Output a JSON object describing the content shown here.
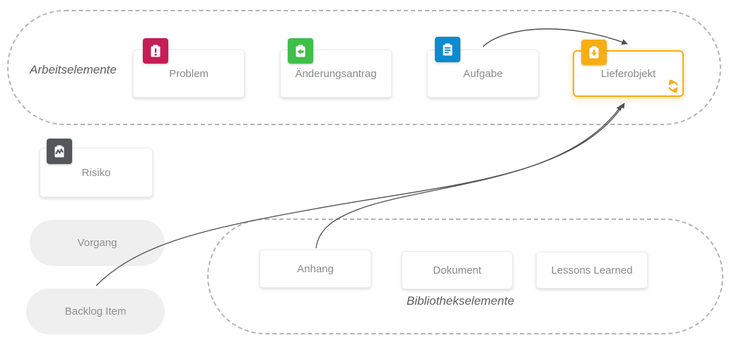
{
  "groups": {
    "work": {
      "label": "Arbeitselemente"
    },
    "library": {
      "label": "Bibliothekselemente"
    }
  },
  "nodes": {
    "problem": {
      "label": "Problem",
      "color": "#c61d56",
      "icon": "clipboard-exclamation-icon"
    },
    "change_request": {
      "label": "Änderungsantrag",
      "color": "#3fbe4a",
      "icon": "clipboard-arrow-left-icon"
    },
    "task": {
      "label": "Aufgabe",
      "color": "#0d8bd1",
      "icon": "clipboard-list-icon"
    },
    "deliverable": {
      "label": "Lieferobjekt",
      "color": "#f8ad14",
      "icon": "clipboard-arrow-down-icon",
      "badge": "sync-icon"
    },
    "risk": {
      "label": "Risiko",
      "color": "#53575a",
      "icon": "clipboard-zigzag-icon"
    },
    "process": {
      "label": "Vorgang",
      "color": "#efefef"
    },
    "backlog_item": {
      "label": "Backlog Item",
      "color": "#efefef"
    },
    "attachment": {
      "label": "Anhang"
    },
    "document": {
      "label": "Dokument"
    },
    "lessons_learned": {
      "label": "Lessons Learned"
    }
  },
  "relations": [
    {
      "from": "Aufgabe",
      "to": "Lieferobjekt"
    },
    {
      "from": "Backlog Item",
      "to": "Lieferobjekt"
    },
    {
      "from": "Anhang",
      "to": "Lieferobjekt"
    }
  ],
  "colors": {
    "dashed_border": "#b4b4b4",
    "arrow": "#4f4f4f",
    "card_text": "#8a8a8a",
    "highlight_border": "#f8ad14"
  }
}
